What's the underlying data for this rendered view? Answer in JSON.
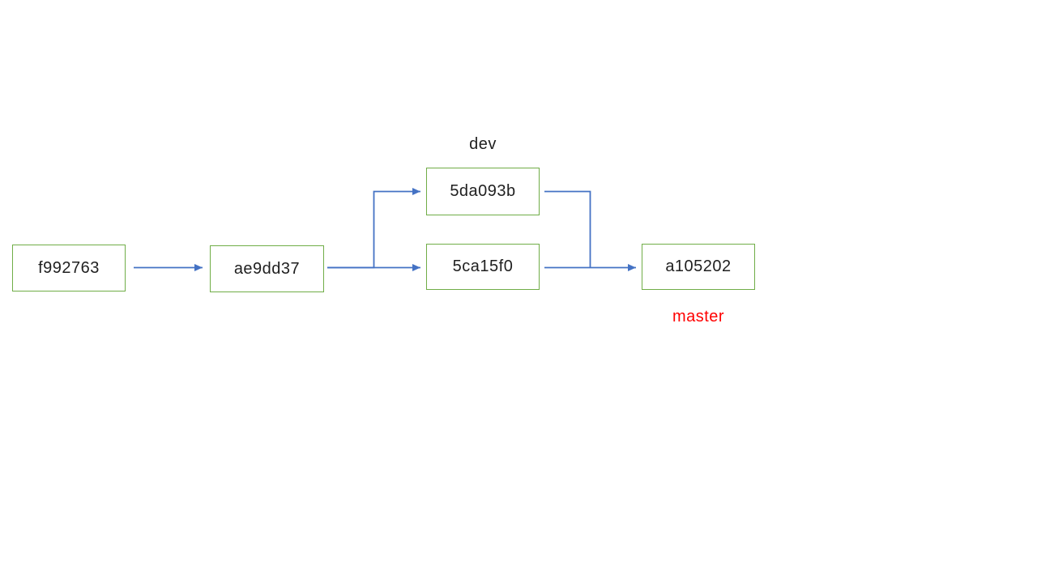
{
  "diagram": {
    "type": "git-commit-graph",
    "nodes": [
      {
        "id": "f992763",
        "label": "f992763",
        "row": "bottom"
      },
      {
        "id": "ae9dd37",
        "label": "ae9dd37",
        "row": "bottom"
      },
      {
        "id": "5da093b",
        "label": "5da093b",
        "row": "top"
      },
      {
        "id": "5ca15f0",
        "label": "5ca15f0",
        "row": "bottom"
      },
      {
        "id": "a105202",
        "label": "a105202",
        "row": "bottom"
      }
    ],
    "edges": [
      {
        "from": "f992763",
        "to": "ae9dd37",
        "arrow": true
      },
      {
        "from": "ae9dd37",
        "to": "5da093b",
        "arrow": true
      },
      {
        "from": "ae9dd37",
        "to": "5ca15f0",
        "arrow": true
      },
      {
        "from": "5da093b",
        "to": "a105202",
        "arrow": false
      },
      {
        "from": "5ca15f0",
        "to": "a105202",
        "arrow": true
      }
    ],
    "branch_labels": [
      {
        "text": "dev",
        "attached_to": "5da093b",
        "position": "above"
      },
      {
        "text": "master",
        "attached_to": "a105202",
        "position": "below"
      }
    ],
    "colors": {
      "background": "#FFFFFF",
      "node_border": "#70AD47",
      "edge": "#4472C4",
      "text": "#1F1F1F",
      "master_label": "#FF0000"
    }
  }
}
